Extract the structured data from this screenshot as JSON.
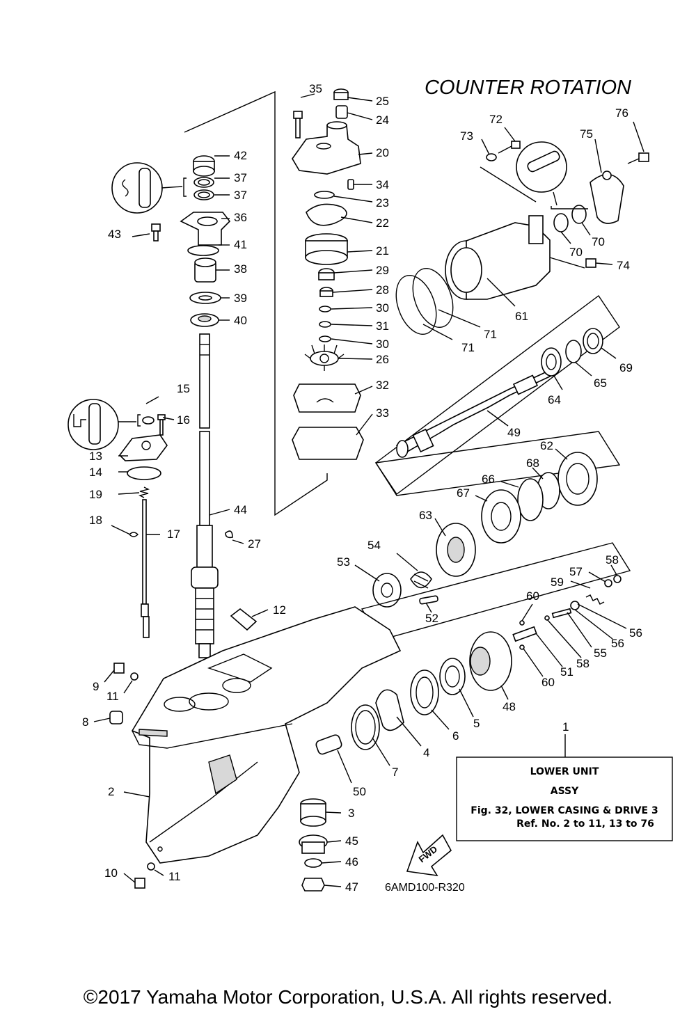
{
  "diagram": {
    "title": "COUNTER ROTATION",
    "drawing_code": "6AMD100-R320",
    "copyright": "©2017 Yamaha Motor Corporation, U.S.A. All rights reserved.",
    "fwd_label": "FWD",
    "info_box": {
      "ref": "1",
      "line1": "LOWER UNIT",
      "line2": "ASSY",
      "line3": "Fig. 32, LOWER CASING & DRIVE 3",
      "line4": "Ref. No. 2 to 11, 13 to 76"
    },
    "callouts": [
      "1",
      "2",
      "3",
      "4",
      "5",
      "6",
      "7",
      "8",
      "9",
      "10",
      "11",
      "11",
      "12",
      "13",
      "14",
      "15",
      "16",
      "17",
      "18",
      "19",
      "20",
      "21",
      "22",
      "23",
      "24",
      "25",
      "26",
      "27",
      "28",
      "29",
      "30",
      "30",
      "31",
      "32",
      "33",
      "34",
      "35",
      "36",
      "37",
      "37",
      "38",
      "39",
      "40",
      "41",
      "42",
      "43",
      "44",
      "45",
      "46",
      "47",
      "48",
      "49",
      "50",
      "51",
      "52",
      "53",
      "54",
      "55",
      "56",
      "56",
      "57",
      "58",
      "58",
      "59",
      "60",
      "60",
      "61",
      "62",
      "63",
      "64",
      "65",
      "66",
      "67",
      "68",
      "69",
      "70",
      "70",
      "71",
      "71",
      "72",
      "73",
      "74",
      "75",
      "76"
    ]
  }
}
